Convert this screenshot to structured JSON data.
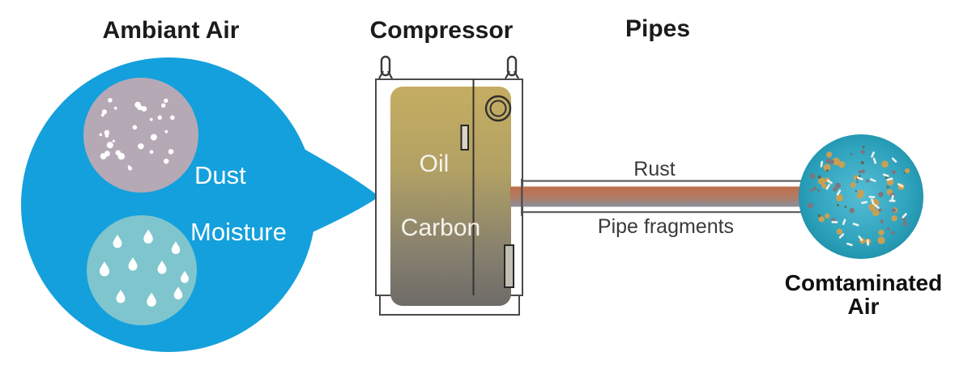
{
  "titles": {
    "ambient_air": "Ambiant Air",
    "compressor": "Compressor",
    "pipes": "Pipes"
  },
  "bubble": {
    "dust_label": "Dust",
    "moisture_label": "Moisture"
  },
  "compressor": {
    "oil_label": "Oil",
    "carbon_label": "Carbon"
  },
  "pipe": {
    "rust_label": "Rust",
    "fragments_label": "Pipe fragments"
  },
  "contaminated": {
    "line1": "Comtaminated",
    "line2": "Air"
  },
  "colors": {
    "bubble_blue": "#14a0dc",
    "dust_circle": "#b5a9b6",
    "moisture_circle": "#7fc5cd",
    "comp_grad": [
      "#c5ad62",
      "#b2a164",
      "#847e6e",
      "#6e6c67"
    ],
    "pipe_grad": [
      "#c06f4a",
      "#b27a62",
      "#8e8d96"
    ],
    "contam_grad": [
      "#55bdd4",
      "#2fa3bd",
      "#1e90aa"
    ],
    "outline_dark": "#4a4a4a"
  },
  "particles": {
    "dust": {
      "count": 30,
      "color": "#ffffff"
    },
    "droplet_color": "#ffffff",
    "contaminated": {
      "gold": {
        "count": 30,
        "color": "#c9a053"
      },
      "gray": {
        "count": 24,
        "color": "#7e7680"
      },
      "rod": {
        "count": 26,
        "color": "#f0f1ec"
      },
      "speck": {
        "count": 16,
        "color": "#5d6a55"
      }
    }
  }
}
